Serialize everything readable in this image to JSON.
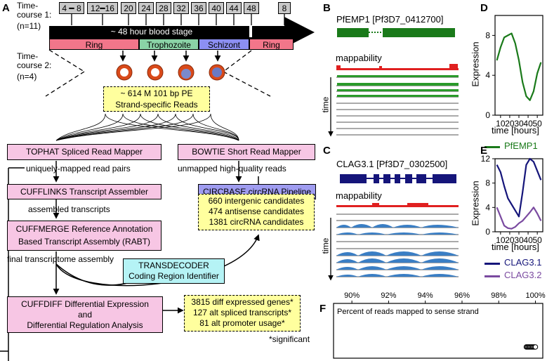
{
  "panels": {
    "a": "A",
    "b": "B",
    "c": "C",
    "d": "D",
    "e": "E",
    "f": "F"
  },
  "timecourse1": {
    "label_line1": "Time-",
    "label_line2": "course 1:",
    "n": "(n=11)",
    "timepoints": [
      "4 ━ 8",
      "12━16",
      "20",
      "24",
      "28",
      "32",
      "36",
      "40",
      "44",
      "48",
      "8"
    ]
  },
  "timecourse2": {
    "label_line1": "Time-",
    "label_line2": "course 2:",
    "n": "(n=4)"
  },
  "blood_stage": "~ 48 hour blood stage",
  "stages": {
    "ring1": "Ring",
    "trophozoite": "Trophozoite",
    "schizont": "Schizont",
    "ring2": "Ring"
  },
  "reads": {
    "line1": "~ 614 M 101 bp PE",
    "line2": "Strand-specific Reads"
  },
  "tophat": "TOPHAT Spliced Read Mapper",
  "bowtie": "BOWTIE Short Read Mapper",
  "uniquely": "uniquely-mapped read pairs",
  "unmapped": "unmapped high-quality reads",
  "cufflinks": "CUFFLINKS Transcript Assembler",
  "circbase": "CIRCBASE circRNA Pipeline",
  "assembled": "assembled transcripts",
  "cuffmerge": {
    "line1": "CUFFMERGE Reference Annotation",
    "line2": "Based Transcript Assembly (RABT)"
  },
  "candidates": {
    "line1": "660 intergenic candidates",
    "line2": "474 antisense candidates",
    "line3": "1381 circRNA candidates"
  },
  "final": "final transcriptome assembly",
  "transdecoder": {
    "line1": "TRANSDECODER",
    "line2": "Coding Region Identifier"
  },
  "cuffdiff": {
    "line1": "CUFFDIFF Differential Expression",
    "line2": "and",
    "line3": "Differential Regulation Analysis"
  },
  "results": {
    "line1": "3815 diff expressed genes*",
    "line2": "127 alt spliced transcripts*",
    "line3": "81 alt promoter usage*"
  },
  "significant": "*significant",
  "gene_b": "PfEMP1 [Pf3D7_0412700]",
  "gene_c": "CLAG3.1 [Pf3D7_0302500]",
  "mappability": "mappability",
  "time_label": "time",
  "colors": {
    "green": "#1a7a1a",
    "navy": "#15157a",
    "purple": "#7a4aa0",
    "red": "#e02020",
    "pink": "#f7c6e4"
  },
  "chart_data": [
    {
      "type": "line",
      "panel": "D",
      "xlabel": "time [hours]",
      "ylabel": "Expression",
      "xticks": [
        10,
        20,
        30,
        40,
        50
      ],
      "yticks": [
        0,
        4,
        8
      ],
      "xlim": [
        4,
        56
      ],
      "ylim": [
        0,
        10
      ],
      "series": [
        {
          "name": "PfEMP1",
          "color": "#1a7a1a",
          "x": [
            6,
            10,
            14,
            18,
            22,
            26,
            30,
            34,
            38,
            42,
            46,
            50,
            54
          ],
          "y": [
            5.5,
            6.8,
            7.8,
            8.0,
            8.2,
            7.2,
            5.5,
            3.3,
            1.9,
            1.5,
            2.4,
            4.2,
            5.3
          ]
        }
      ]
    },
    {
      "type": "line",
      "panel": "E",
      "xlabel": "time [hours]",
      "ylabel": "Expression",
      "xticks": [
        10,
        20,
        30,
        40,
        50
      ],
      "yticks": [
        0,
        4,
        8,
        12
      ],
      "xlim": [
        4,
        56
      ],
      "ylim": [
        0,
        12
      ],
      "series": [
        {
          "name": "CLAG3.1",
          "color": "#15157a",
          "x": [
            6,
            10,
            14,
            18,
            22,
            26,
            30,
            34,
            38,
            42,
            46,
            50,
            54
          ],
          "y": [
            11,
            9.8,
            7.5,
            5.5,
            4.5,
            3.5,
            2.5,
            6.5,
            11,
            12,
            11.5,
            10,
            8.5
          ]
        },
        {
          "name": "CLAG3.2",
          "color": "#7a4aa0",
          "x": [
            6,
            10,
            14,
            18,
            22,
            26,
            30,
            34,
            38,
            42,
            46,
            50,
            54
          ],
          "y": [
            4,
            2.5,
            1.0,
            0.6,
            0.5,
            0.8,
            1.4,
            1.8,
            2.5,
            3.2,
            4.0,
            3.0,
            1.8
          ]
        }
      ]
    },
    {
      "type": "scatter",
      "panel": "F",
      "title": "Percent of reads mapped to sense strand",
      "xticks": [
        "90%",
        "92%",
        "94%",
        "96%",
        "98%",
        "100%"
      ],
      "xlim": [
        89,
        100.4
      ],
      "values": [
        99.5,
        99.55,
        99.6,
        99.65,
        99.7,
        99.75,
        99.8,
        99.85,
        99.9,
        99.95,
        100.0
      ]
    }
  ]
}
